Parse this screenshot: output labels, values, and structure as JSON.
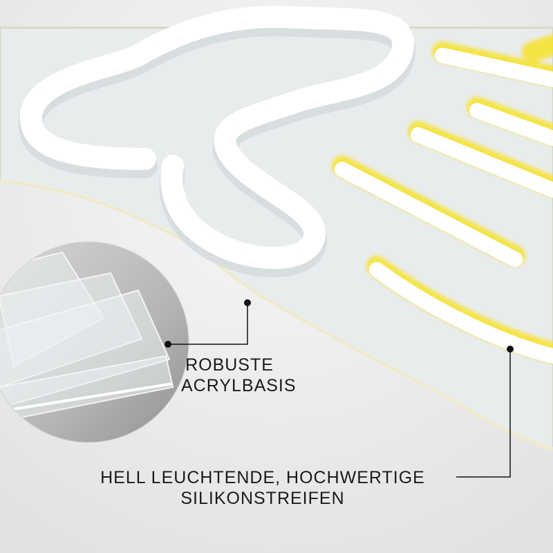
{
  "callouts": {
    "acrylic": {
      "line1": "ROBUSTE",
      "line2": "ACRYLBASIS"
    },
    "silicone": {
      "line1": "HELL LEUCHTENDE, HOCHWERTIGE",
      "line2": "SILIKONSTREIFEN"
    }
  },
  "colors": {
    "background": "#eeeeee",
    "neon_white": "#ffffff",
    "neon_yellow": "#f7e21a",
    "callout_line": "#111111"
  }
}
